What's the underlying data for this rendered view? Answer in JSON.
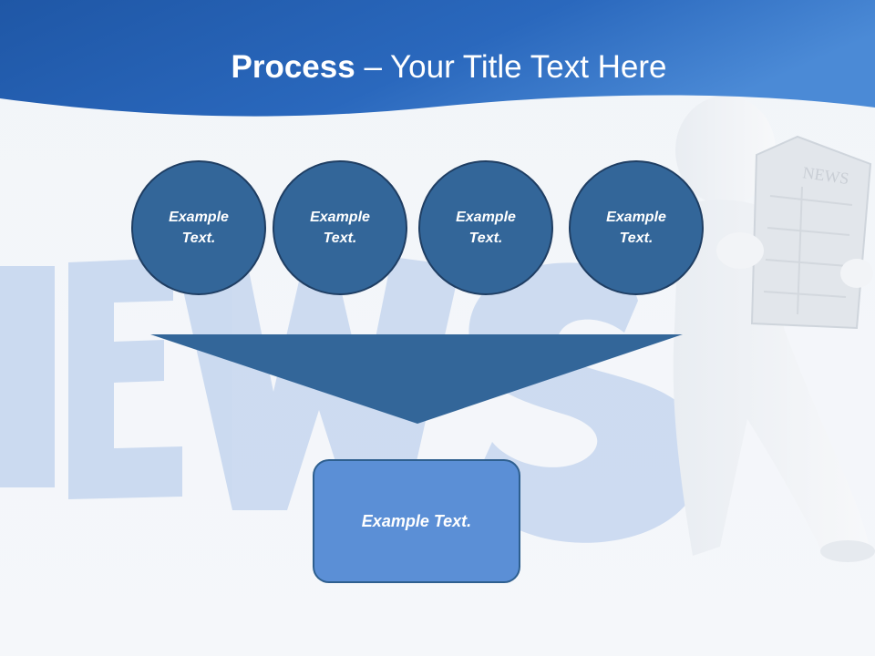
{
  "title": {
    "bold": "Process",
    "rest": " – Your Title Text Here"
  },
  "circles": [
    {
      "text": "Example Text."
    },
    {
      "text": "Example Text."
    },
    {
      "text": "Example Text."
    },
    {
      "text": "Example Text."
    }
  ],
  "result_box": {
    "text": "Example Text."
  },
  "colors": {
    "header_blue": "#2e6fc2",
    "circle_fill": "#336699",
    "box_fill": "#5b8fd6",
    "news_letters": "#c5d6ef"
  }
}
